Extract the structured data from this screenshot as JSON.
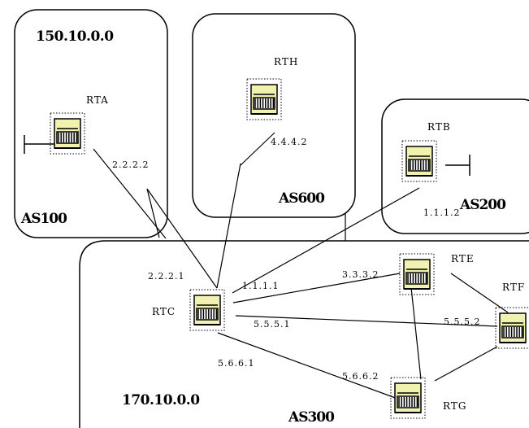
{
  "networks": {
    "as100_net": "150.10.0.0",
    "as300_net": "170.10.0.0"
  },
  "as_labels": {
    "as100": "AS100",
    "as600": "AS600",
    "as200": "AS200",
    "as300": "AS300"
  },
  "routers": {
    "rta": "RTA",
    "rth": "RTH",
    "rtb": "RTB",
    "rtc": "RTC",
    "rte": "RTE",
    "rtf": "RTF",
    "rtg": "RTG"
  },
  "ips": {
    "rta_ip": "2.2.2.2",
    "rth_ip": "4.4.4.2",
    "rtb_ip": "1.1.1.2",
    "rtc_ip1": "2.2.2.1",
    "rtc_ip2": "1.1.1.1",
    "rtc_ip3": "5.5.5.1",
    "rtc_ip4": "5.6.6.1",
    "rte_ip": "3.3.3.2",
    "rtf_ip": "5.5.5.2",
    "rtg_ip": "5.6.6.2"
  },
  "colors": {
    "router_body": "#f2f2b0",
    "router_dark": "#000000",
    "line": "#000000"
  }
}
